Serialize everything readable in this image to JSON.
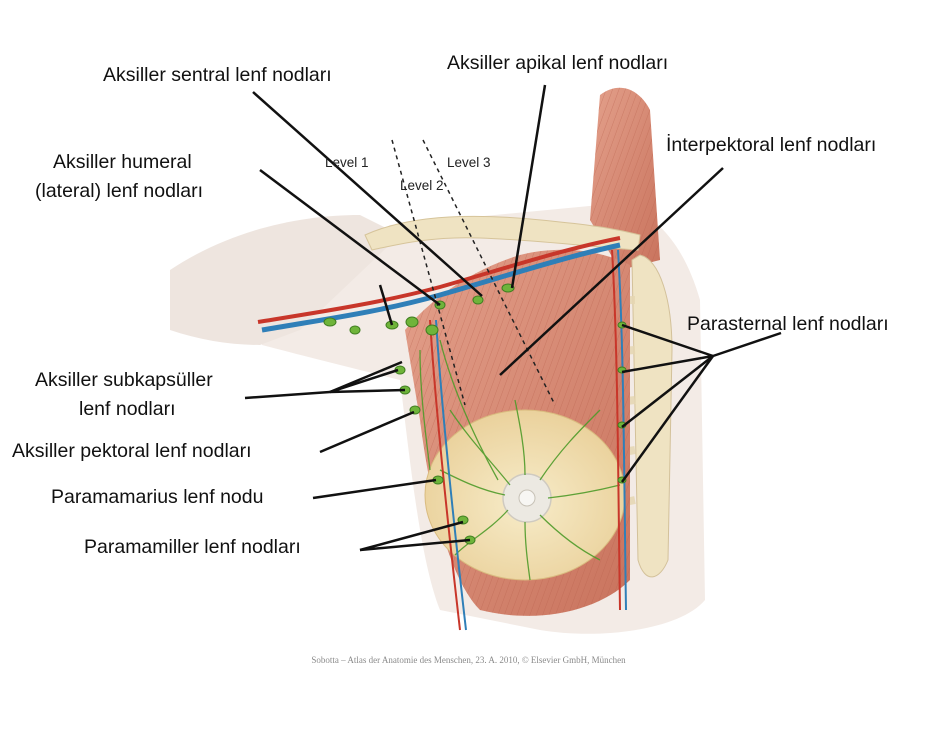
{
  "labels": {
    "axillary_central": "Aksiller sentral lenf nodları",
    "axillary_apical": "Aksiller apikal lenf nodları",
    "axillary_humeral_line1": "Aksiller humeral",
    "axillary_humeral_line2": "(lateral) lenf nodları",
    "interpectoral": "İnterpektoral lenf nodları",
    "parasternal": "Parasternal lenf nodları",
    "axillary_subscapular_line1": "Aksiller subkapsüller",
    "axillary_subscapular_line2": "lenf nodları",
    "axillary_pectoral": "Aksiller pektoral lenf nodları",
    "paramammary": "Paramamarius lenf nodu",
    "paramamillary": "Paramamiller lenf nodları"
  },
  "levels": {
    "level_1": "Level 1",
    "level_2": "Level 2",
    "level_3": "Level 3"
  },
  "credit": "Sobotta – Atlas der Anatomie des Menschen, 23. A. 2010, © Elsevier GmbH, München",
  "colors": {
    "muscle": "#d98a74",
    "muscle_dark": "#b8604c",
    "skin": "#f1dfb8",
    "bone": "#efe3c2",
    "vein": "#2f7fb8",
    "artery": "#c8362a",
    "lymph": "#4f9b2a",
    "node": "#6fb43a",
    "leader": "#111111"
  }
}
